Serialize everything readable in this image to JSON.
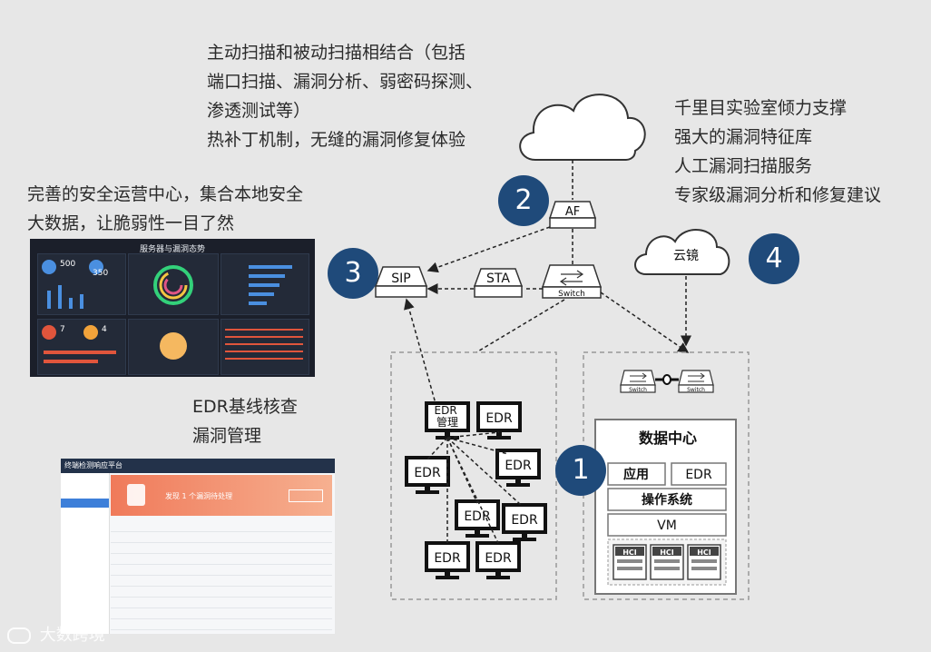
{
  "callouts": {
    "scan_lines": [
      "主动扫描和被动扫描相结合（包括",
      "端口扫描、漏洞分析、弱密码探测、",
      "渗透测试等）",
      "热补丁机制，无缝的漏洞修复体验"
    ],
    "lab_lines": [
      "千里目实验室倾力支撑",
      "强大的漏洞特征库",
      "人工漏洞扫描服务",
      "专家级漏洞分析和修复建议"
    ],
    "soc_lines": [
      "完善的安全运营中心，集合本地安全",
      "大数据，让脆弱性一目了然"
    ],
    "edr_lines": [
      "EDR基线核查",
      "漏洞管理"
    ]
  },
  "badges": {
    "b1": "1",
    "b2": "2",
    "b3": "3",
    "b4": "4"
  },
  "devices": {
    "af": "AF",
    "sip": "SIP",
    "sta": "STA",
    "switch": "Switch",
    "cloud_mirror": "云镜",
    "switch_small": "Switch"
  },
  "edr_group": {
    "manager": "EDR\n管理",
    "endpoint": "EDR"
  },
  "datacenter": {
    "title": "数据中心",
    "app": "应用",
    "edr": "EDR",
    "os": "操作系统",
    "vm": "VM",
    "hci": "HCI"
  },
  "dashboard": {
    "title": "服务器与漏洞态势",
    "stat1": "500",
    "stat2": "350",
    "stat3": "7",
    "stat4": "4"
  },
  "edr_platform": {
    "title": "终端检测响应平台",
    "banner": "发现 1 个漏洞待处理"
  },
  "watermark": "大数跨境",
  "colors": {
    "badge": "#1f4a7a",
    "background": "#e7e7e7"
  }
}
